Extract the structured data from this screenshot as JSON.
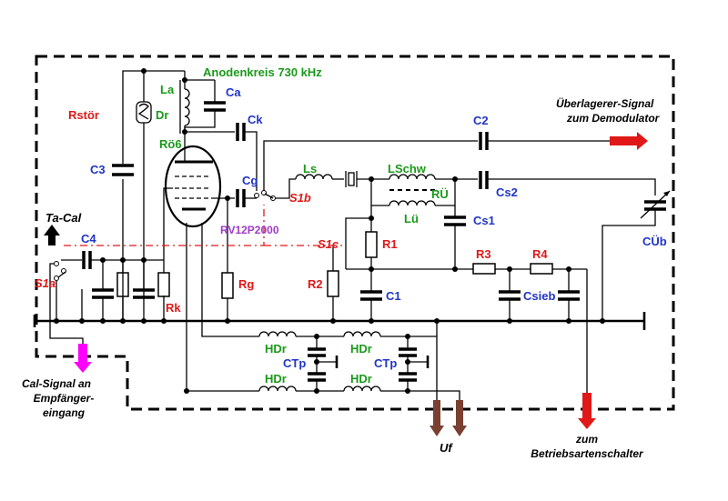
{
  "title": "Anodenkreis 730 kHz",
  "colors": {
    "green": "#1a9a1a",
    "blue": "#1f35c8",
    "red": "#e01818",
    "purple": "#a03cc8",
    "magenta": "#ff00ff",
    "brown": "#7a4030",
    "black": "#000000"
  },
  "labels": {
    "la": "La",
    "ca": "Ca",
    "dr": "Dr",
    "rstoer": "Rstör",
    "ck": "Ck",
    "roe6": "Rö6",
    "c2": "C2",
    "c3": "C3",
    "cg": "Cg",
    "ls": "Ls",
    "lschw": "LSchw",
    "s1b": "S1b",
    "ru": "RÜ",
    "lu": "Lü",
    "cs1": "Cs1",
    "cs2": "Cs2",
    "tube": "RV12P2000",
    "s1c": "S1c",
    "r1": "R1",
    "tacal": "Ta-Cal",
    "c4": "C4",
    "s1a": "S1a",
    "r3": "R3",
    "r4": "R4",
    "cueb": "CÜb",
    "rk": "Rk",
    "rg": "Rg",
    "r2": "R2",
    "c1": "C1",
    "csieb": "Csieb",
    "hdr1": "HDr",
    "hdr2": "HDr",
    "hdr3": "HDr",
    "hdr4": "HDr",
    "ctp1": "CTp",
    "ctp2": "CTp",
    "uf": "Uf"
  },
  "annotations": {
    "ueberlagerer_1": "Überlagerer-Signal",
    "ueberlagerer_2": "zum Demodulator",
    "cal_1": "Cal-Signal an",
    "cal_2": "Empfänger-",
    "cal_3": "eingang",
    "zum": "zum",
    "betrieb": "Betriebsartenschalter"
  }
}
